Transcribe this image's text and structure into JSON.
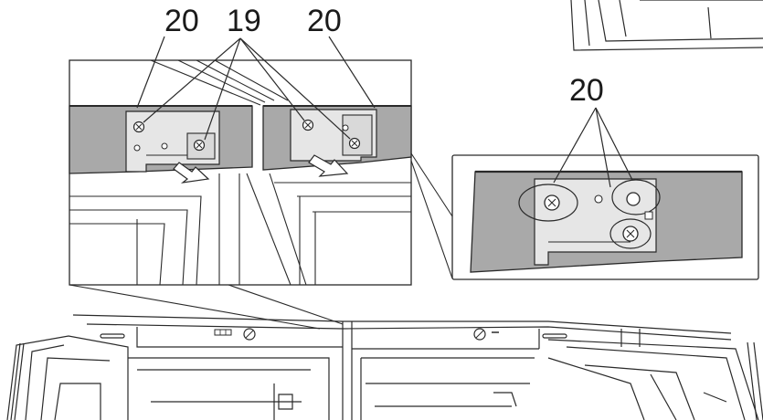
{
  "callouts": {
    "left_panel": "20",
    "screws": "19",
    "right_panel": "20",
    "detail": "20"
  },
  "colors": {
    "line": "#2a2a2a",
    "panel_fill": "#a9a9a9",
    "bracket_fill": "#e6e6e6",
    "background": "#ffffff"
  },
  "icons": [
    "screw-icon",
    "removal-arrow-icon"
  ]
}
